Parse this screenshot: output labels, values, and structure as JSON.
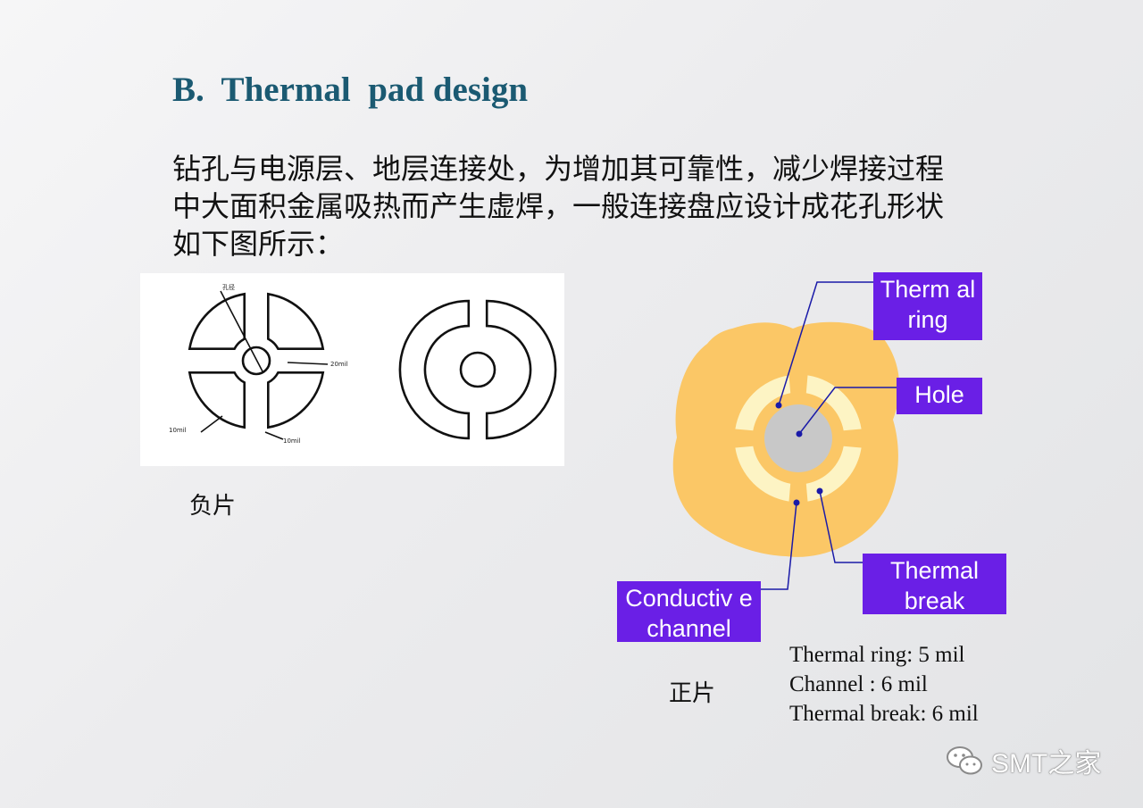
{
  "title": "B.  Thermal  pad design",
  "description_lines": [
    "钻孔与电源层、地层连接处，为增加其可靠性，减少焊接过程",
    "中大面积金属吸热而产生虚焊，一般连接盘应设计成花孔形状",
    "如下图所示："
  ],
  "negative_diagram": {
    "caption": "负片",
    "dim_labels": [
      "孔径",
      "20mil",
      "10mil",
      "10mil"
    ]
  },
  "positive_diagram": {
    "caption": "正片",
    "labels": {
      "thermal_ring": "Therm al ring",
      "hole": "Hole",
      "thermal_break": "Thermal break",
      "conductive_channel": "Conductiv e channel"
    }
  },
  "specs": [
    "Thermal ring: 5 mil",
    "Channel : 6 mil",
    "Thermal break: 6 mil"
  ],
  "watermark": "SMT之家",
  "colors": {
    "title": "#1b5a72",
    "label_box": "#6a1fe6",
    "copper": "#fbc766",
    "ring": "#fdf4c4",
    "hole": "#c8c8c8",
    "leader": "#1a1aa8"
  }
}
